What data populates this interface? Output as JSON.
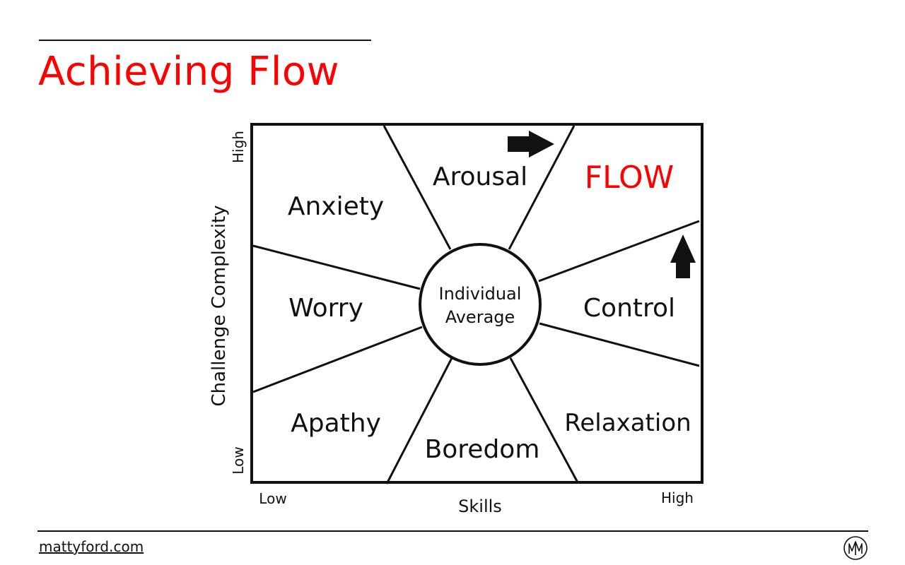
{
  "slide": {
    "title": "Achieving Flow",
    "footer_link": "mattyford.com",
    "footer_logo_icon": "matty-ford-logo-icon",
    "title_color": "#ff0000"
  },
  "diagram": {
    "y_axis": {
      "label": "Challenge Complexity",
      "high": "High",
      "low": "Low"
    },
    "x_axis": {
      "label": "Skills",
      "low": "Low",
      "high": "High"
    },
    "center_label_line1": "Individual",
    "center_label_line2": "Average",
    "regions": {
      "anxiety": "Anxiety",
      "arousal": "Arousal",
      "flow": "FLOW",
      "worry": "Worry",
      "control": "Control",
      "apathy": "Apathy",
      "boredom": "Boredom",
      "relaxation": "Relaxation"
    },
    "flow_color": "#ff0000",
    "arrows": [
      "arrow-right-icon",
      "arrow-up-icon"
    ]
  }
}
